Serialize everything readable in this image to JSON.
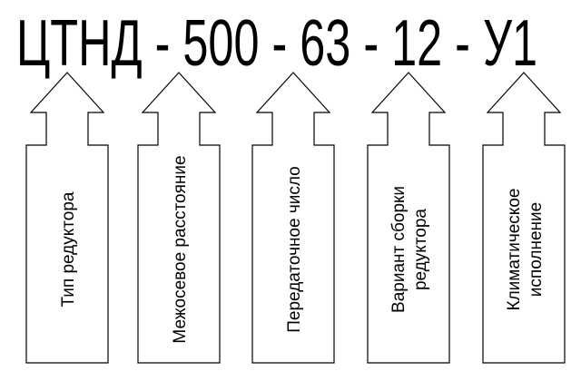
{
  "title": "ЦТНД - 500 - 63 - 12 - У1",
  "arrows": [
    {
      "lines": [
        "Тип редуктора"
      ]
    },
    {
      "lines": [
        "Межосевое расстояние"
      ]
    },
    {
      "lines": [
        "Передаточное число"
      ]
    },
    {
      "lines": [
        "Вариант сборки",
        "редуктора"
      ]
    },
    {
      "lines": [
        "Климатическое",
        "исполнение"
      ]
    }
  ]
}
